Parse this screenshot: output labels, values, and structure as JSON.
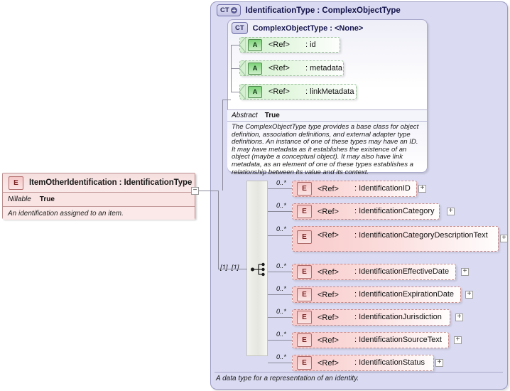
{
  "left_element": {
    "icon": "element-icon",
    "title": "ItemOtherIdentification : IdentificationType",
    "property_key": "Nillable",
    "property_value": "True",
    "documentation": "An identification assigned to an item.",
    "expander": "−"
  },
  "complex_type": {
    "badge": "CT",
    "badge_plus": "plus-icon",
    "title": "IdentificationType : ComplexObjectType",
    "footer": "A data type for a representation of an identity."
  },
  "base_type": {
    "badge": "CT",
    "title": "ComplexObjectType : <None>",
    "attributes": [
      {
        "badge": "A",
        "ref": "<Ref>",
        "name": ": id"
      },
      {
        "badge": "A",
        "ref": "<Ref>",
        "name": ": metadata"
      },
      {
        "badge": "A",
        "ref": "<Ref>",
        "name": ": linkMetadata"
      }
    ],
    "abstract_key": "Abstract",
    "abstract_value": "True",
    "documentation": "The ComplexObjectType type provides a base class for object definition, association definitions, and external adapter type definitions. An instance of one of these types may have an ID. It may have metadata as it establishes the existence of an object (maybe a conceptual object). It may also have link metadata, as an element of one of these types establishes a relationship between its value and its context."
  },
  "sequence": {
    "icon": "sequence-compositor-icon",
    "occurrence": "[1]..[1]"
  },
  "elements": [
    {
      "occurrence": "0..*",
      "badge": "E",
      "ref": "<Ref>",
      "name": ": IdentificationID",
      "expander": "+"
    },
    {
      "occurrence": "0..*",
      "badge": "E",
      "ref": "<Ref>",
      "name": ": IdentificationCategory",
      "expander": "+"
    },
    {
      "occurrence": "0..*",
      "badge": "E",
      "ref": "<Ref>",
      "name": ": IdentificationCategoryDescriptionText",
      "expander": "+"
    },
    {
      "occurrence": "0..*",
      "badge": "E",
      "ref": "<Ref>",
      "name": ": IdentificationEffectiveDate",
      "expander": "+"
    },
    {
      "occurrence": "0..*",
      "badge": "E",
      "ref": "<Ref>",
      "name": ": IdentificationExpirationDate",
      "expander": "+"
    },
    {
      "occurrence": "0..*",
      "badge": "E",
      "ref": "<Ref>",
      "name": ": IdentificationJurisdiction",
      "expander": "+"
    },
    {
      "occurrence": "0..*",
      "badge": "E",
      "ref": "<Ref>",
      "name": ": IdentificationSourceText",
      "expander": "+"
    },
    {
      "occurrence": "0..*",
      "badge": "E",
      "ref": "<Ref>",
      "name": ": IdentificationStatus",
      "expander": "+"
    }
  ],
  "colors": {
    "panel_bg": "#dadaf2",
    "element_fill": "#f8c9c9",
    "attribute_fill": "#d4f0d0",
    "line": "#8a8a9a"
  }
}
